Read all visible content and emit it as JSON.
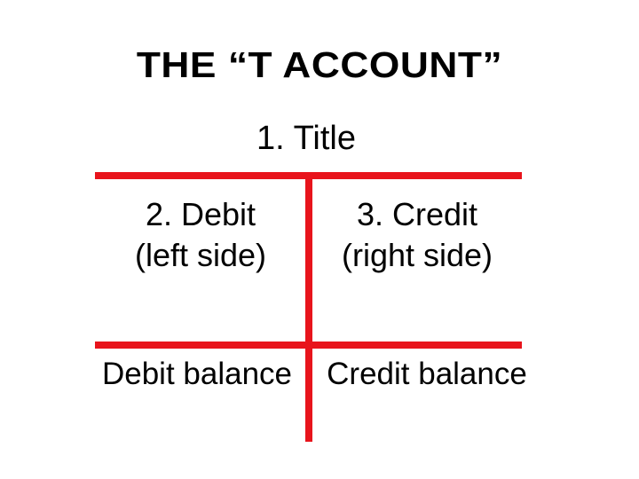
{
  "heading": "THE “T ACCOUNT”",
  "title_label": "1. Title",
  "debit": {
    "line1": "2. Debit",
    "line2": "(left side)",
    "balance": "Debit balance"
  },
  "credit": {
    "line1": "3. Credit",
    "line2": "(right side)",
    "balance": "Credit balance"
  },
  "colors": {
    "t_lines": "#e8141c",
    "text": "#000000",
    "background": "#ffffff"
  }
}
